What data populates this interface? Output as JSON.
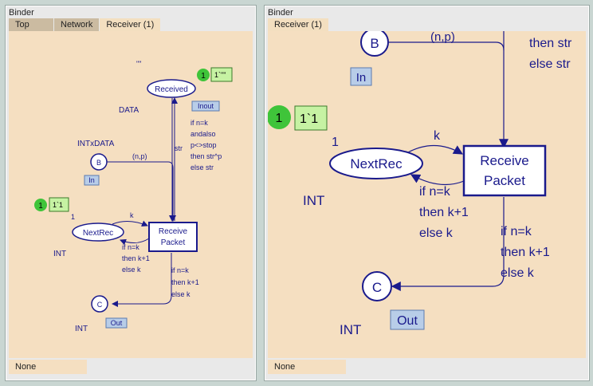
{
  "left_binder": {
    "title": "Binder",
    "tabs": [
      "Top",
      "Network",
      "Receiver (1)"
    ],
    "status": "None",
    "net": {
      "received_place": "Received",
      "received_initial": "\"\"",
      "received_token_count": "1",
      "received_marking": "1`\"\"",
      "received_colorset": "DATA",
      "received_port": "Inout",
      "b_place": "B",
      "b_colorset": "INTxDATA",
      "b_port": "In",
      "arc_np": "(n,p)",
      "arc_str_label": "str",
      "arc_str_expr": [
        "if n=k",
        "andalso",
        "p<>stop",
        "then str^p",
        "else str"
      ],
      "nextrec_place": "NextRec",
      "nextrec_token_count": "1",
      "nextrec_marking": "1`1",
      "nextrec_initial": "1",
      "nextrec_colorset": "INT",
      "arc_k": "k",
      "arc_k_back": [
        "if n=k",
        "then k+1",
        "else k"
      ],
      "transition": [
        "Receive",
        "Packet"
      ],
      "arc_c": [
        "if n=k",
        "then k+1",
        "else k"
      ],
      "c_place": "C",
      "c_colorset": "INT",
      "c_port": "Out"
    }
  },
  "right_binder": {
    "title": "Binder",
    "tabs": [
      "Receiver (1)"
    ],
    "status": "None",
    "net": {
      "b_place": "B",
      "b_port": "In",
      "arc_np": "(n,p)",
      "arc_str_expr": [
        "then str",
        "else str"
      ],
      "nextrec_place": "NextRec",
      "nextrec_token_count": "1",
      "nextrec_marking": "1`1",
      "nextrec_initial": "1",
      "nextrec_colorset": "INT",
      "arc_k": "k",
      "arc_k_back": [
        "if n=k",
        "then k+1",
        "else k"
      ],
      "transition": [
        "Receive",
        "Packet"
      ],
      "arc_c": [
        "if n=k",
        "then k+1",
        "else k"
      ],
      "c_place": "C",
      "c_colorset": "INT",
      "c_port": "Out"
    }
  },
  "colors": {
    "net_blue": "#1a1a8c",
    "token_green": "#3fc43a",
    "marking_bg": "#c6f2a3",
    "port_bg": "#b8cde8",
    "canvas_bg": "#f5dfc1"
  }
}
